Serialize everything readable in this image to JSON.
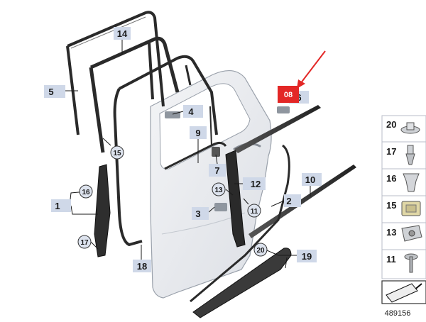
{
  "diagram_id": "489156",
  "highlight_label": "08",
  "callout_labels": {
    "p14": "14",
    "p5": "5",
    "p4": "4",
    "p9": "9",
    "p15": "15",
    "p7": "7",
    "p16": "16",
    "p1": "1",
    "p13": "13",
    "p12": "12",
    "p3": "3",
    "p11": "11",
    "p2": "2",
    "p10": "10",
    "p17": "17",
    "p18": "18",
    "p20": "20",
    "p19": "19",
    "p6": "6"
  },
  "legend": [
    {
      "num": "20",
      "icon": "push-rivet-icon"
    },
    {
      "num": "17",
      "icon": "clip-pin-icon"
    },
    {
      "num": "16",
      "icon": "expanding-clip-icon"
    },
    {
      "num": "15",
      "icon": "square-clip-icon"
    },
    {
      "num": "13",
      "icon": "clip-nut-icon"
    },
    {
      "num": "11",
      "icon": "screw-grommet-icon"
    }
  ],
  "colors": {
    "highlight": "#e32726",
    "label_bg": "#cfd8e8",
    "seal": "#2a2a2a",
    "door": "#e6e8ec",
    "legend_bg": "#e7eaf1"
  }
}
